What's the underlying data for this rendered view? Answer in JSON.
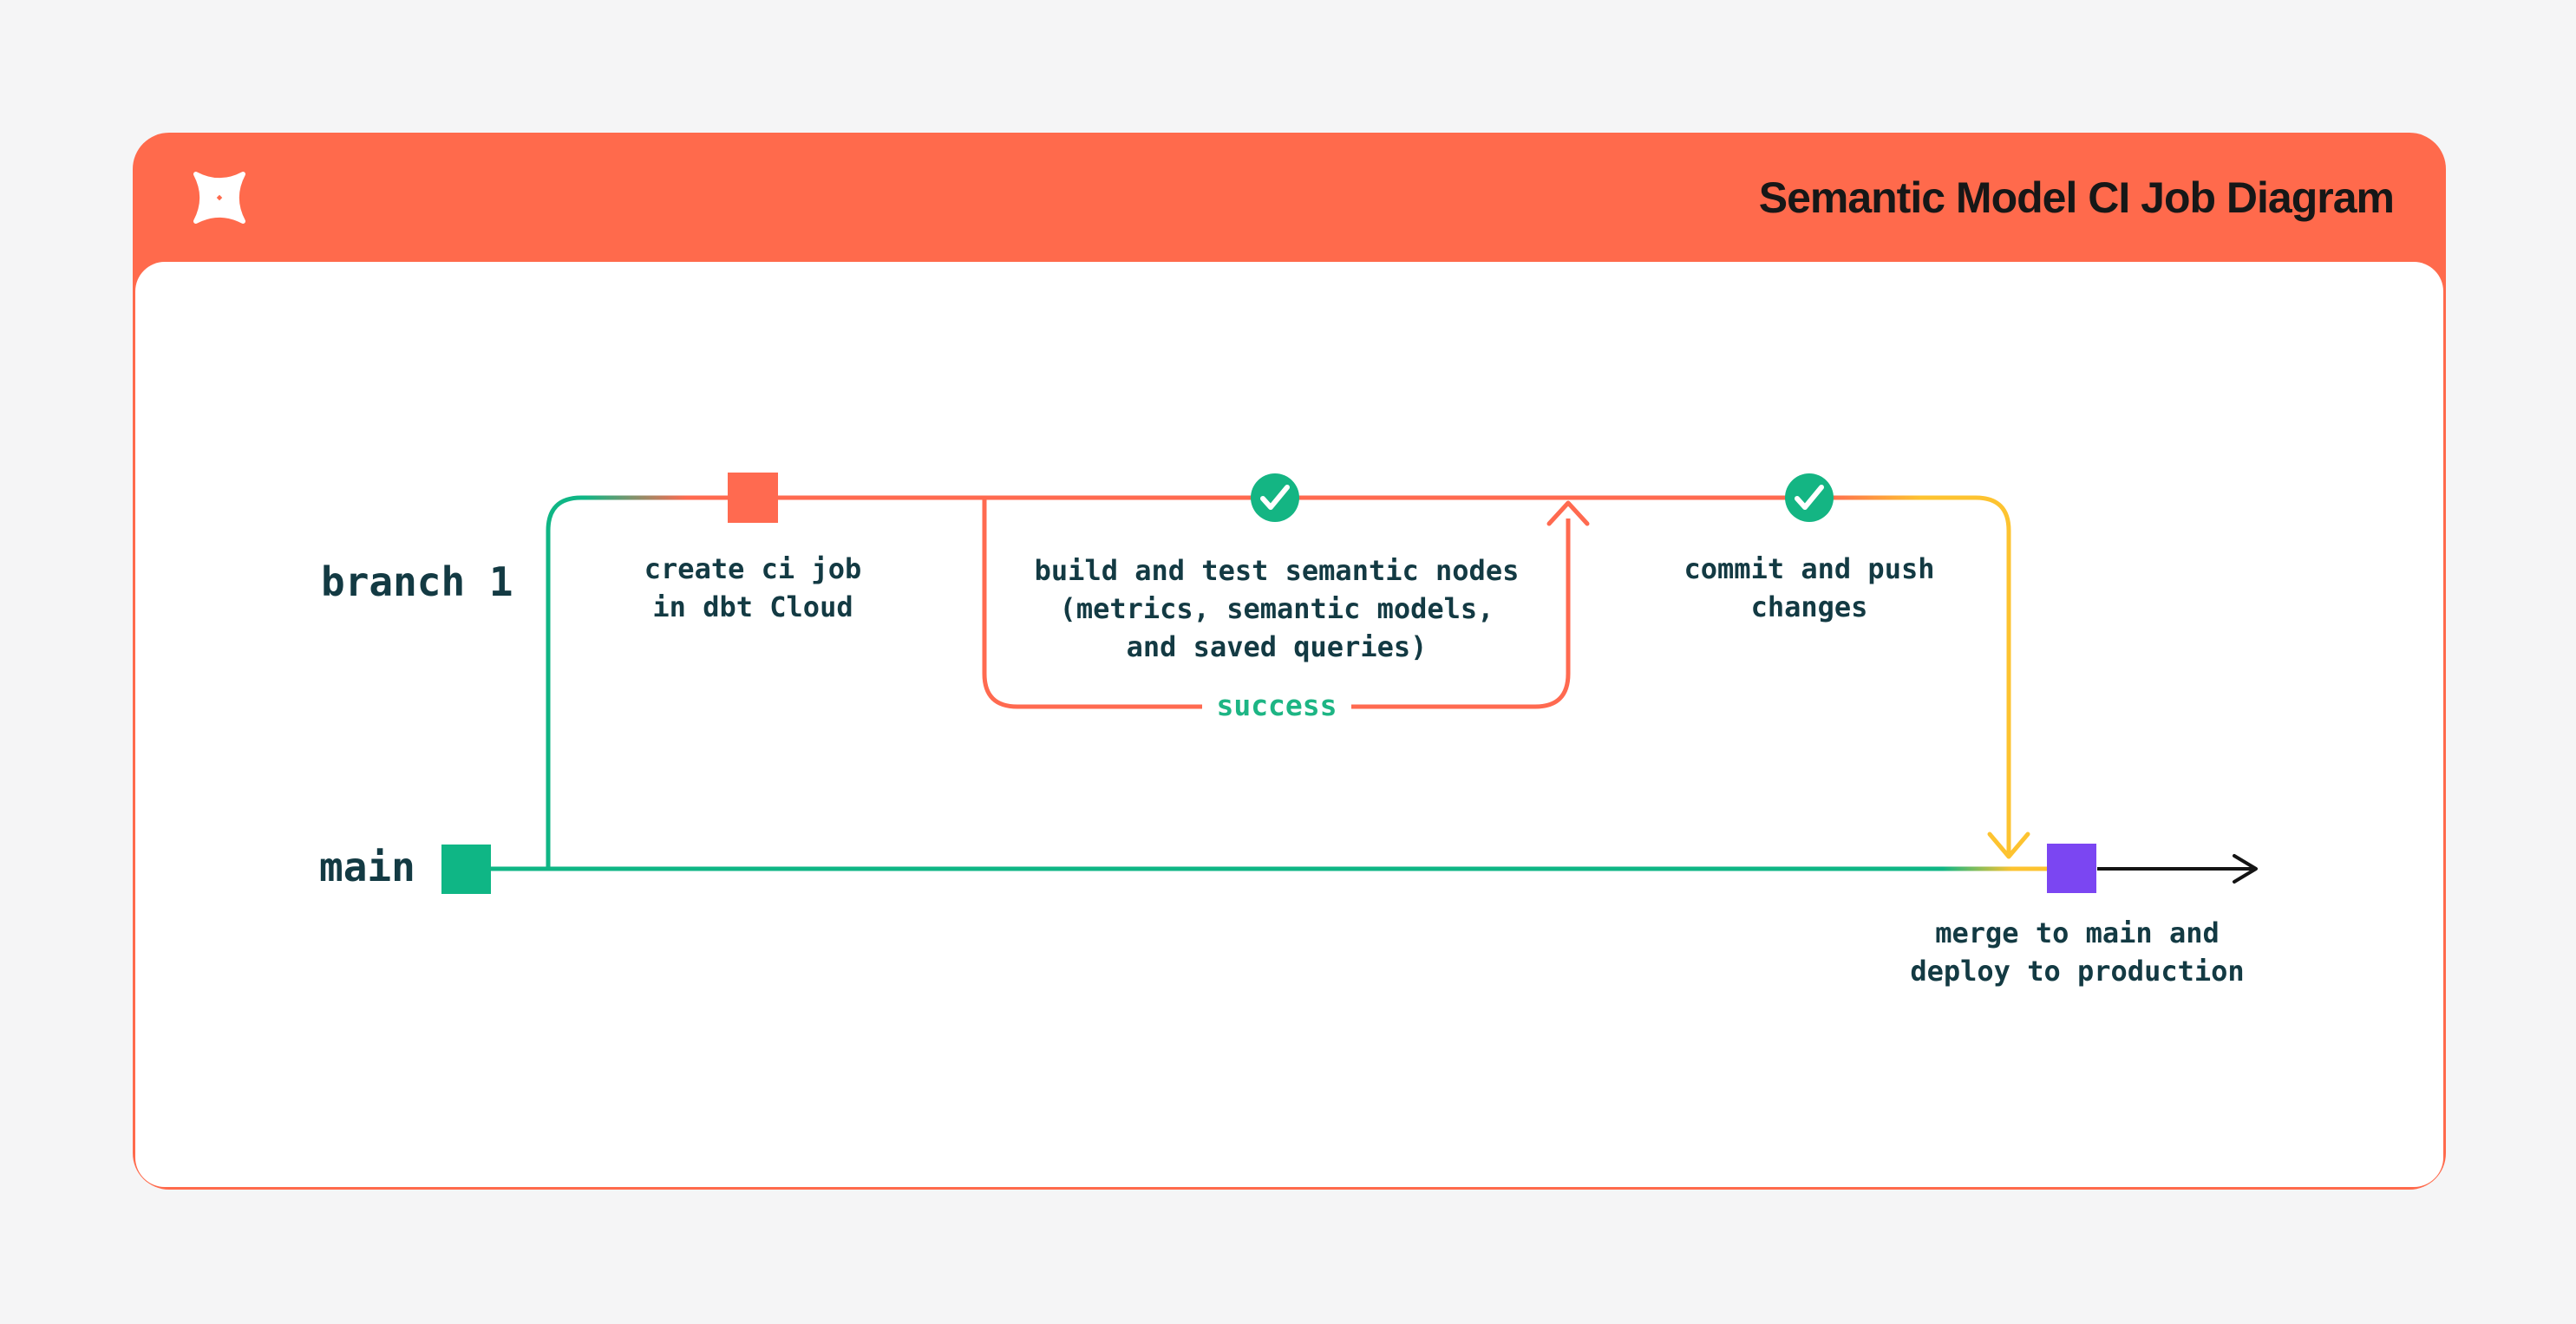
{
  "window": {
    "title": "Semantic Model CI Job Diagram"
  },
  "theme": {
    "page_bg": "#f5f5f6",
    "card_bg": "#ffffff",
    "header_orange": "#ff6a4c",
    "line_orange": "#ff6a50",
    "line_green": "#0fb685",
    "line_yellow": "#fdc330",
    "node_purple": "#7b46f2",
    "check_green": "#14b583",
    "success_green": "#1db584",
    "text_dark_teal": "#133a43",
    "title_color": "#171717",
    "arrow_black": "#141414",
    "logo_white": "#ffffff"
  },
  "diagram": {
    "branches": [
      {
        "label": "branch 1"
      },
      {
        "label": "main"
      }
    ],
    "steps": {
      "create_ci_job": "create ci job\nin dbt Cloud",
      "build_and_test": "build and test semantic nodes\n(metrics, semantic models,\nand saved queries)",
      "loop_label": "success",
      "commit_and_push": "commit and push\nchanges",
      "merge_and_deploy": "merge to main and\ndeploy to production"
    },
    "icons": {
      "logo": "dbt-logo",
      "checks": "check-circle",
      "loop_arrow": "arrow-up",
      "merge_arrow": "arrow-down",
      "flow_arrow": "arrow-right"
    }
  }
}
